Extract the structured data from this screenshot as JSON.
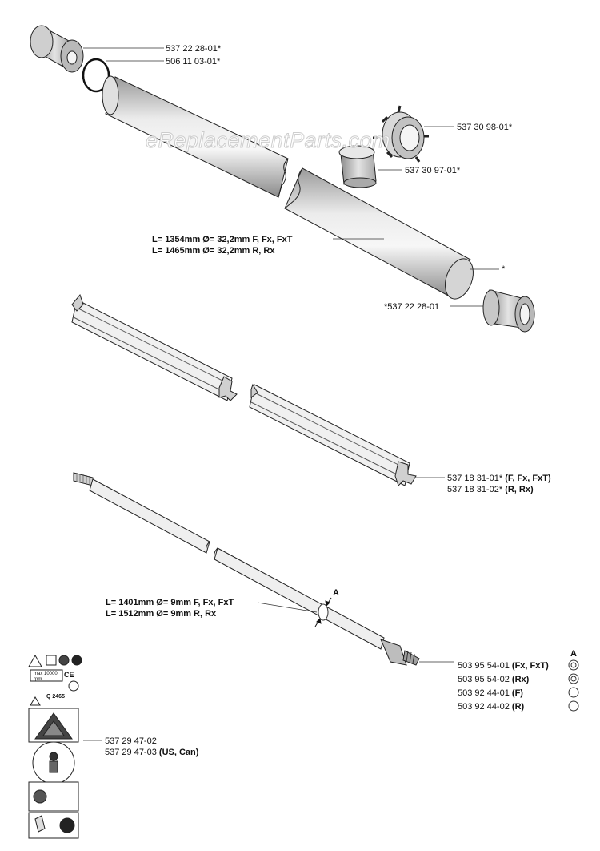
{
  "watermark": "eReplacementParts.com",
  "parts": {
    "end_cap_top": "537 22 28-01*",
    "o_ring": "506 11 03-01*",
    "clamp_ring": "537 30 98-01*",
    "sleeve": "537 30 97-01*",
    "tube_star": "*",
    "end_cap_bottom": "*537 22 28-01",
    "bearing_tube_1_num": "537 18 31-01*",
    "bearing_tube_1_var": "(F, Fx, FxT)",
    "bearing_tube_2_num": "537 18 31-02*",
    "bearing_tube_2_var": "(R, Rx)",
    "decal_1": "537 29 47-02",
    "decal_2_num": "537 29 47-03",
    "decal_2_var": "(US, Can)"
  },
  "tube_length": {
    "line1": "L= 1354mm Ø= 32,2mm F, Fx, FxT",
    "line2": "L= 1465mm Ø= 32,2mm R, Rx"
  },
  "shaft_length": {
    "line1": "L= 1401mm Ø= 9mm F, Fx, FxT",
    "line2": "L= 1512mm Ø= 9mm R, Rx",
    "marker": "A"
  },
  "shaft_variants": {
    "marker": "A",
    "items": [
      {
        "num": "503 95 54-01",
        "var": "(Fx, FxT)"
      },
      {
        "num": "503 95 54-02",
        "var": "(Rx)"
      },
      {
        "num": "503 92 44-01",
        "var": "(F)"
      },
      {
        "num": "503 92 44-02",
        "var": "(R)"
      }
    ]
  },
  "decal_texts": {
    "rpm": "max 10000 rpm",
    "ce": "CE",
    "code": "Q 2465"
  }
}
